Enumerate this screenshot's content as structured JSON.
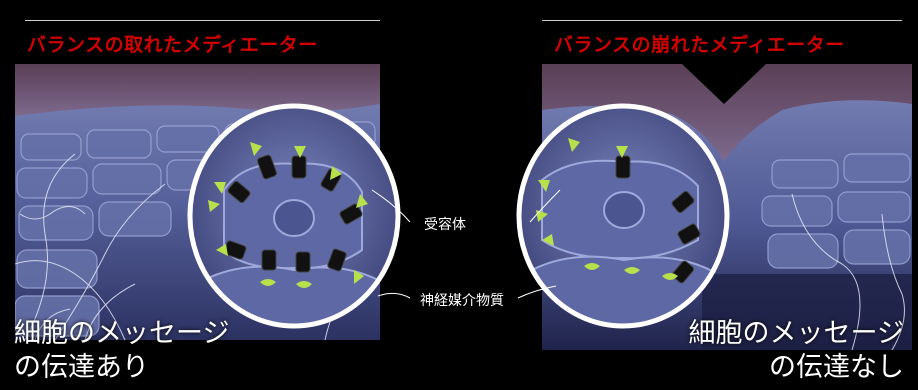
{
  "left_panel": {
    "title": "バランスの取れたメディエーター",
    "caption_line1": "細胞のメッセージ",
    "caption_line2": "の伝達あり"
  },
  "right_panel": {
    "title": "バランスの崩れたメディエーター",
    "caption_line1": "細胞のメッセージ",
    "caption_line2": "の伝達なし"
  },
  "labels": {
    "receptor": "受容体",
    "neurotransmitter": "神経媒介物質"
  },
  "colors": {
    "title_red": "#d40000",
    "cell_blue": "#6a78b0",
    "neurotransmitter_green": "#b8e04a",
    "receptor_black": "#111111"
  }
}
